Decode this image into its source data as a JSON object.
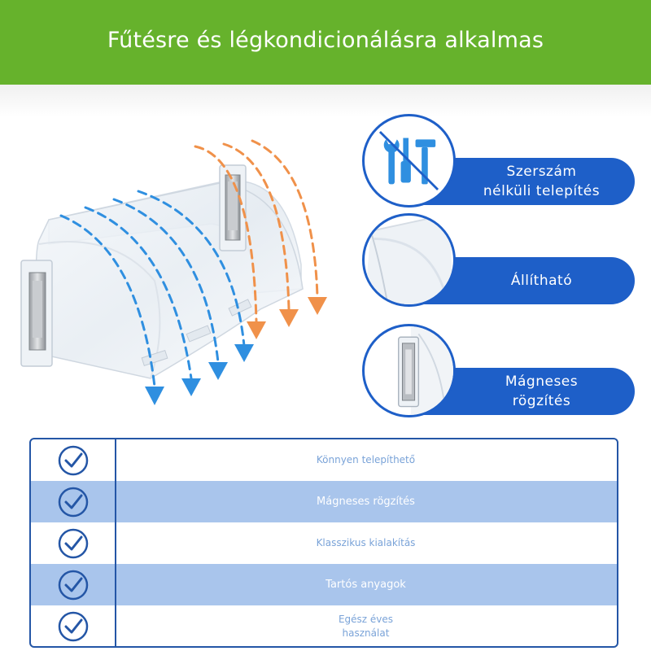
{
  "banner": {
    "title": "Fűtésre és légkondicionálásra alkalmas",
    "color": "#66b22c"
  },
  "features": [
    {
      "label_line1": "Szerszám",
      "label_line2": "nélküli telepítés",
      "icon": "no-tools-icon"
    },
    {
      "label_line1": "Állítható",
      "label_line2": "",
      "icon": "adjustable-shield-icon"
    },
    {
      "label_line1": "Mágneses",
      "label_line2": "rögzítés",
      "icon": "magnet-mount-icon"
    }
  ],
  "checklist": {
    "items": [
      {
        "line1": "Könnyen telepíthető",
        "line2": ""
      },
      {
        "line1": "Mágneses rögzítés",
        "line2": ""
      },
      {
        "line1": "Klasszikus kialakítás",
        "line2": ""
      },
      {
        "line1": "Tartós anyagok",
        "line2": ""
      },
      {
        "line1": "Egész éves",
        "line2": "használat"
      }
    ],
    "check_icon": "checkmark-circle-icon"
  },
  "colors": {
    "accent_blue": "#1e5fc8",
    "row_alt": "#a9c5ec",
    "cool_air": "#2f8fe0",
    "warm_air": "#f0914a"
  }
}
